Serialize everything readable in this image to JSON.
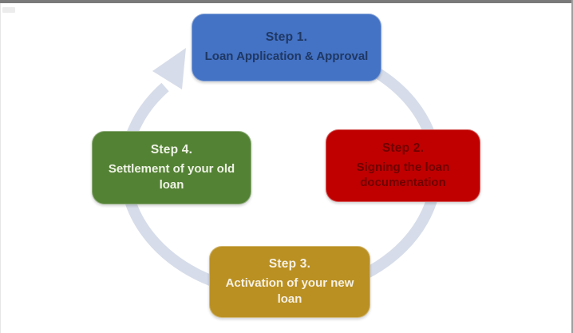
{
  "frame": {
    "top_bar_color": "#7a7a7a",
    "right_edge_color": "#9e9e9e"
  },
  "diagram": {
    "type": "cycle",
    "direction": "clockwise",
    "arrow_color": "#d6dce9",
    "steps": [
      {
        "title": "Step 1.",
        "description": "Loan Application & Approval",
        "bg_color": "#4472c4",
        "text_color": "#1f3864",
        "position": "top"
      },
      {
        "title": "Step 2.",
        "description": "Signing the loan documentation",
        "bg_color": "#c00000",
        "text_color": "#6e0000",
        "position": "right"
      },
      {
        "title": "Step 3.",
        "description": "Activation of your new loan",
        "bg_color": "#ba9023",
        "text_color": "#f6f1e3",
        "position": "bottom"
      },
      {
        "title": "Step 4.",
        "description": "Settlement of your old loan",
        "bg_color": "#548235",
        "text_color": "#eff3e6",
        "position": "left"
      }
    ]
  }
}
